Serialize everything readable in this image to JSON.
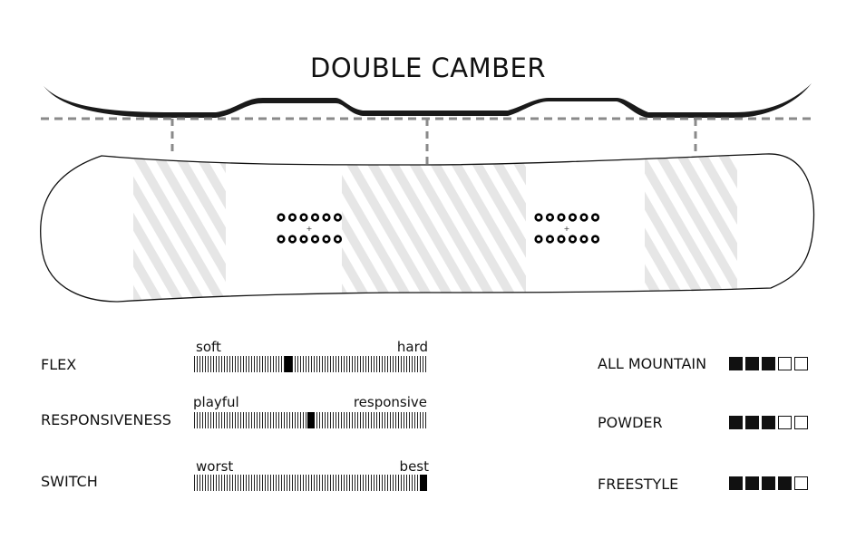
{
  "title": "DOUBLE CAMBER",
  "sliders": [
    {
      "label": "FLEX",
      "min_label": "soft",
      "max_label": "hard",
      "level": 0.4
    },
    {
      "label": "RESPONSIVENESS",
      "min_label": "playful",
      "max_label": "responsive",
      "level": 0.5
    },
    {
      "label": "SWITCH",
      "min_label": "worst",
      "max_label": "best",
      "level": 1.0
    }
  ],
  "ratings": [
    {
      "label": "ALL MOUNTAIN",
      "filled": 3,
      "total": 5
    },
    {
      "label": "POWDER",
      "filled": 3,
      "total": 5
    },
    {
      "label": "FREESTYLE",
      "filled": 4,
      "total": 5
    }
  ],
  "colors": {
    "ink": "#111111",
    "stripe": "#e6e6e6",
    "dash": "#8a8a8a"
  }
}
